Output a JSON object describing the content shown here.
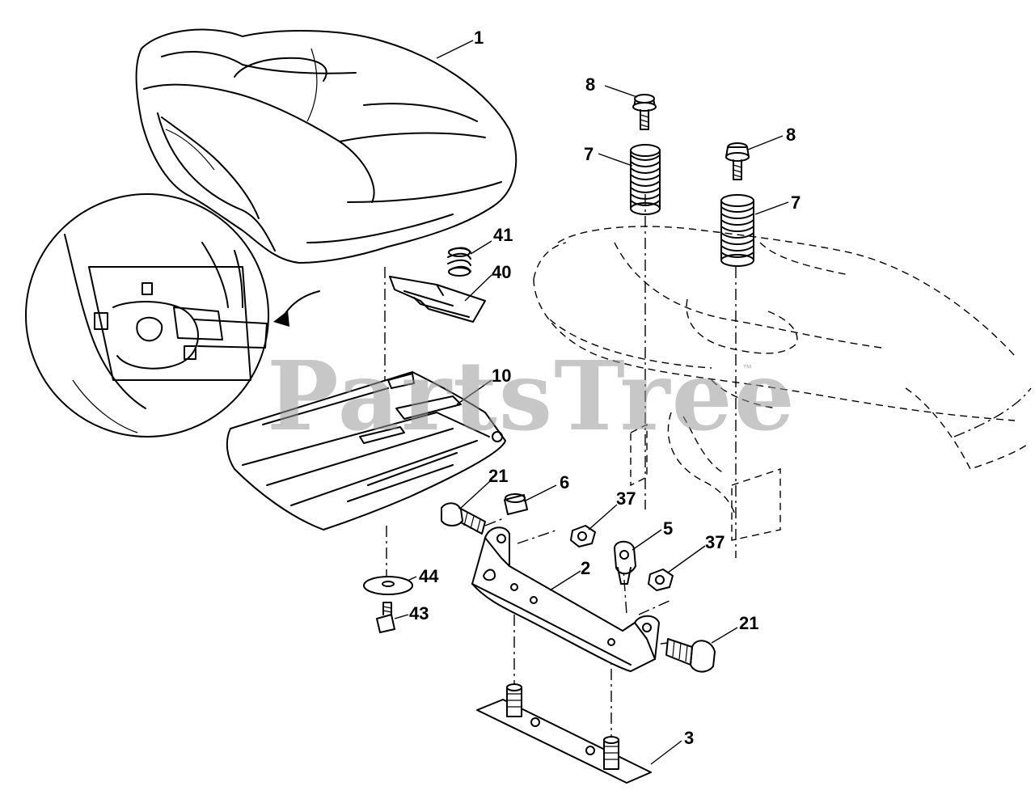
{
  "watermark": {
    "text": "PartsTree",
    "mark": "™"
  },
  "callouts": [
    {
      "id": "1",
      "label": "1"
    },
    {
      "id": "8a",
      "label": "8"
    },
    {
      "id": "8b",
      "label": "8"
    },
    {
      "id": "7a",
      "label": "7"
    },
    {
      "id": "7b",
      "label": "7"
    },
    {
      "id": "41",
      "label": "41"
    },
    {
      "id": "40",
      "label": "40"
    },
    {
      "id": "10",
      "label": "10"
    },
    {
      "id": "21a",
      "label": "21"
    },
    {
      "id": "6",
      "label": "6"
    },
    {
      "id": "37a",
      "label": "37"
    },
    {
      "id": "5",
      "label": "5"
    },
    {
      "id": "37b",
      "label": "37"
    },
    {
      "id": "44",
      "label": "44"
    },
    {
      "id": "2",
      "label": "2"
    },
    {
      "id": "43",
      "label": "43"
    },
    {
      "id": "21b",
      "label": "21"
    },
    {
      "id": "3",
      "label": "3"
    }
  ]
}
